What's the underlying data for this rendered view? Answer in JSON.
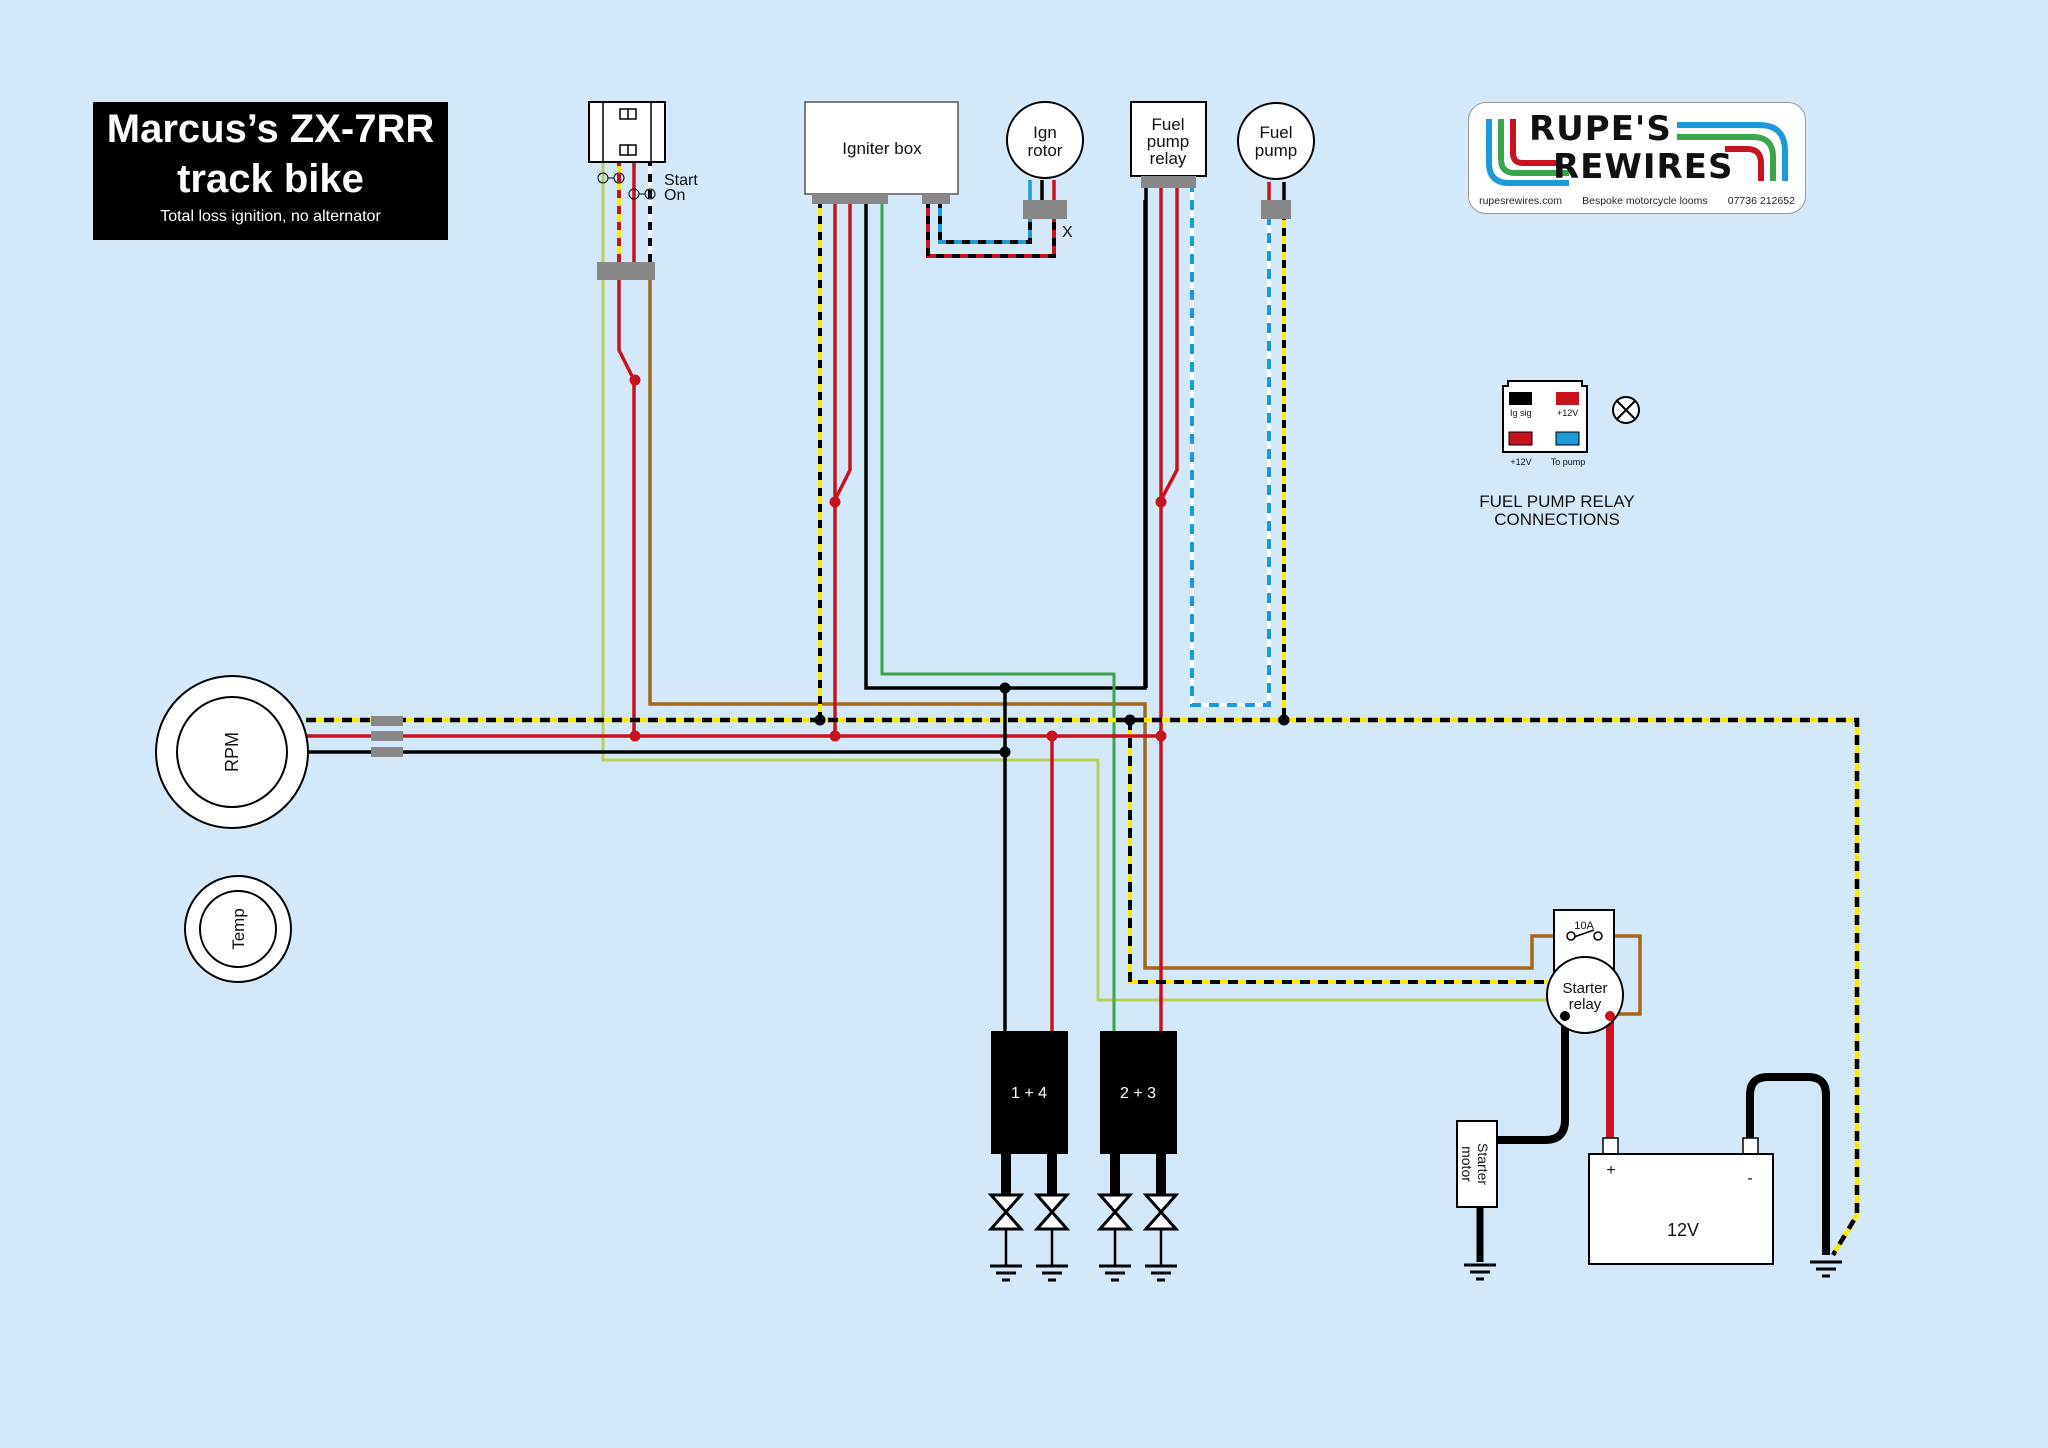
{
  "title": {
    "heading_line1": "Marcus’s ZX-7RR",
    "heading_line2": "track bike",
    "subtitle": "Total loss ignition, no alternator"
  },
  "logo": {
    "brand_line1": "RUPE'S",
    "brand_line2": "REWIRES",
    "website": "rupesrewires.com",
    "tagline": "Bespoke motorcycle looms",
    "phone": "07736 212652",
    "stripe_colors": [
      "#1a9ad8",
      "#3aa64a",
      "#c8121e"
    ]
  },
  "components": {
    "ignition_switch": {
      "label_start": "Start",
      "label_on": "On"
    },
    "igniter_box": {
      "label": "Igniter box"
    },
    "ign_rotor": {
      "label_line1": "Ign",
      "label_line2": "rotor",
      "connector_mark": "X"
    },
    "fuel_pump_relay": {
      "label_line1": "Fuel",
      "label_line2": "pump",
      "label_line3": "relay"
    },
    "fuel_pump": {
      "label_line1": "Fuel",
      "label_line2": "pump"
    },
    "rpm_gauge": {
      "label": "RPM"
    },
    "temp_gauge": {
      "label": "Temp"
    },
    "coil_a": {
      "label": "1 + 4"
    },
    "coil_b": {
      "label": "2 + 3"
    },
    "starter_relay": {
      "label_line1": "Starter",
      "label_line2": "relay",
      "fuse_label": "10A"
    },
    "starter_motor": {
      "label_line1": "Starter",
      "label_line2": "motor"
    },
    "battery": {
      "label": "12V",
      "positive": "+",
      "negative": "-"
    }
  },
  "relay_legend": {
    "title_line1": "FUEL PUMP RELAY",
    "title_line2": "CONNECTIONS",
    "pins": [
      {
        "label": "Ig sig",
        "color": "#000000"
      },
      {
        "label": "+12V",
        "color": "#c8121e"
      },
      {
        "label": "+12V",
        "color": "#c8121e"
      },
      {
        "label": "To pump",
        "color": "#1a9ad8"
      }
    ]
  },
  "colors": {
    "background": "#d3e8f8",
    "red": "#c8121e",
    "black": "#000000",
    "yellow": "#ffe800",
    "brown": "#a5661c",
    "green": "#3aa64a",
    "light_green": "#b8cf5a",
    "blue": "#1a9ad8",
    "connector_grey": "#888888"
  }
}
